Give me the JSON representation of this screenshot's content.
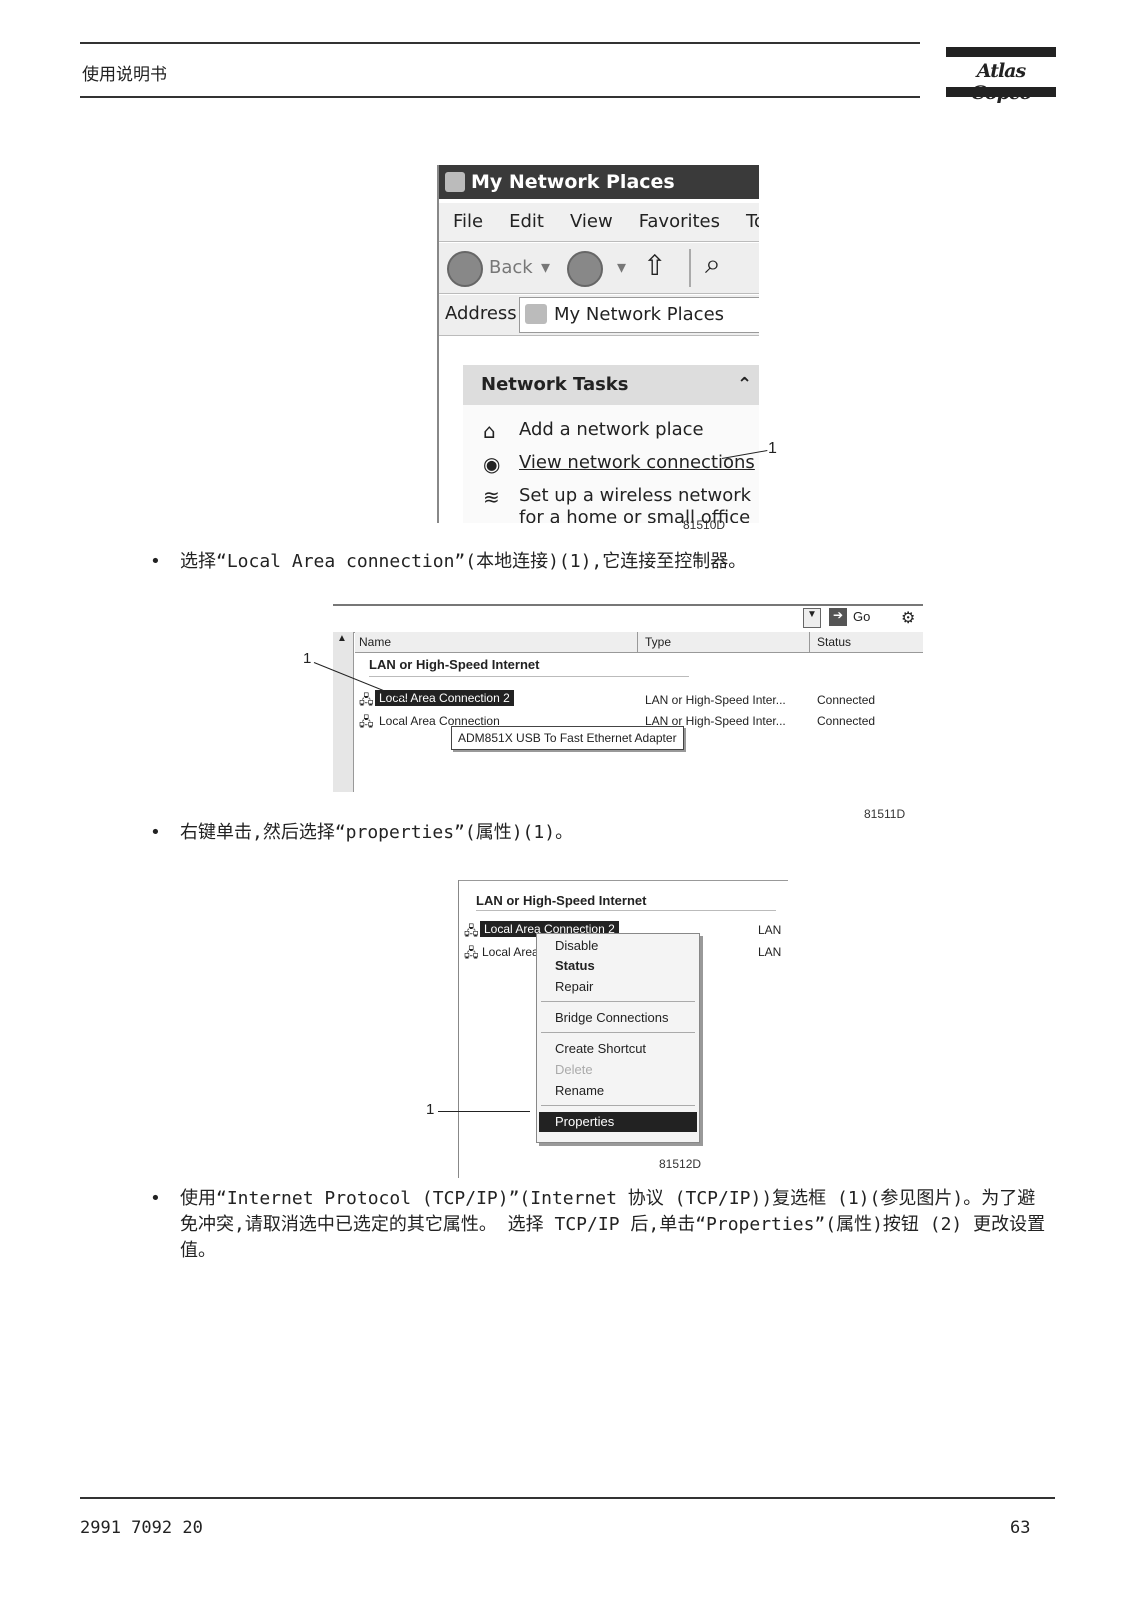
{
  "header": {
    "title": "使用说明书",
    "brand": "Atlas Copco"
  },
  "figure1": {
    "window_title": "My Network Places",
    "menu": [
      "File",
      "Edit",
      "View",
      "Favorites",
      "To"
    ],
    "back_label": "Back",
    "address_label": "Address",
    "address_value": "My Network Places",
    "tasks_title": "Network Tasks",
    "tasks": [
      "Add a network place",
      "View network connections",
      "Set up a wireless network",
      "for a home or small office"
    ],
    "callout": "1",
    "code": "81510D"
  },
  "step1": "选择“Local Area connection”(本地连接)(1),它连接至控制器。",
  "figure2": {
    "go_label": "Go",
    "columns": [
      "Name",
      "Type",
      "Status"
    ],
    "group": "LAN or High-Speed Internet",
    "rows": [
      {
        "name": "Local Area Connection 2",
        "type": "LAN or High-Speed Inter...",
        "status": "Connected"
      },
      {
        "name": "Local Area Connection",
        "type": "LAN or High-Speed Inter...",
        "status": "Connected"
      }
    ],
    "tooltip": "ADM851X USB To Fast Ethernet Adapter",
    "callout": "1",
    "code": "81511D"
  },
  "step2": "右键单击,然后选择“properties”(属性)(1)。",
  "figure3": {
    "group": "LAN or High-Speed Internet",
    "row1": "Local Area Connection 2",
    "row2": "Local Area Connection",
    "type_partial": "LAN",
    "menu": {
      "disable": "Disable",
      "status": "Status",
      "repair": "Repair",
      "bridge": "Bridge Connections",
      "shortcut": "Create Shortcut",
      "delete": "Delete",
      "rename": "Rename",
      "properties": "Properties"
    },
    "callout": "1",
    "code": "81512D"
  },
  "step3": "使用“Internet Protocol (TCP/IP)”(Internet 协议 (TCP/IP))复选框 (1)(参见图片)。为了避免冲突,请取消选中已选定的其它属性。 选择 TCP/IP 后,单击“Properties”(属性)按钮 (2) 更改设置值。",
  "footer": {
    "doc_number": "2991 7092 20",
    "page": "63"
  }
}
